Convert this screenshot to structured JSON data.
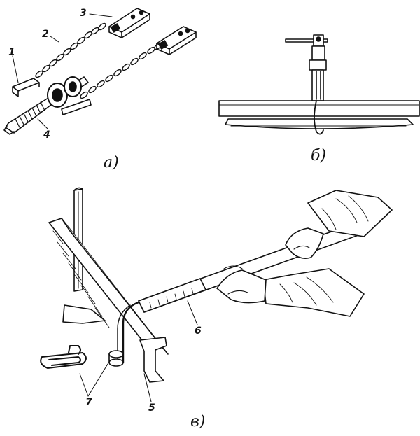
{
  "callouts": {
    "n1": "1",
    "n2": "2",
    "n3": "3",
    "n4": "4",
    "n5": "5",
    "n6": "6",
    "n7": "7"
  },
  "captions": {
    "a": "а)",
    "b": "б)",
    "v": "в)"
  },
  "colors": {
    "ink": "#111111",
    "paper": "#ffffff"
  }
}
